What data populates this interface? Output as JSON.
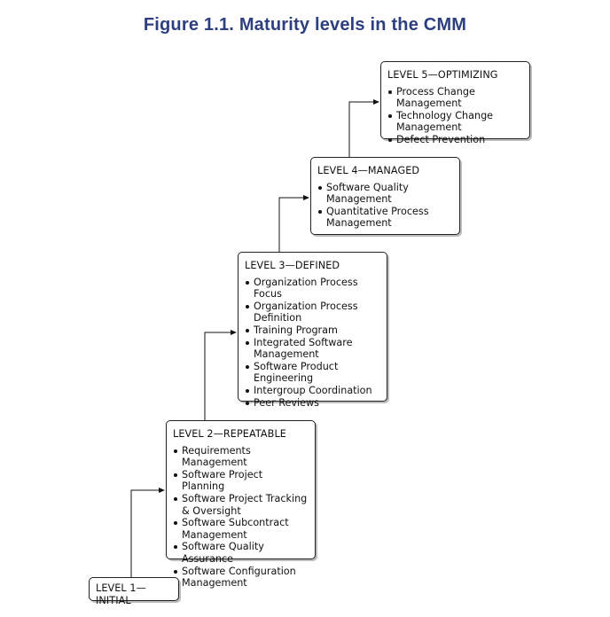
{
  "title": "Figure 1.1. Maturity levels in the CMM",
  "levels": [
    {
      "title": "LEVEL 1—INITIAL",
      "items": []
    },
    {
      "title": "LEVEL 2—REPEATABLE",
      "items": [
        "Requirements Management",
        "Software Project Planning",
        "Software Project Tracking & Oversight",
        "Software Subcontract Management",
        "Software Quality Assurance",
        "Software Configuration Management"
      ]
    },
    {
      "title": "LEVEL 3—DEFINED",
      "items": [
        "Organization Process Focus",
        "Organization Process Definition",
        "Training Program",
        "Integrated Software Management",
        "Software Product Engineering",
        "Intergroup Coordination",
        "Peer Reviews"
      ]
    },
    {
      "title": "LEVEL 4—MANAGED",
      "items": [
        "Software Quality Management",
        "Quantitative Process Management"
      ]
    },
    {
      "title": "LEVEL 5—OPTIMIZING",
      "items": [
        "Process Change Management",
        "Technology Change Management",
        "Defect Prevention"
      ]
    }
  ]
}
